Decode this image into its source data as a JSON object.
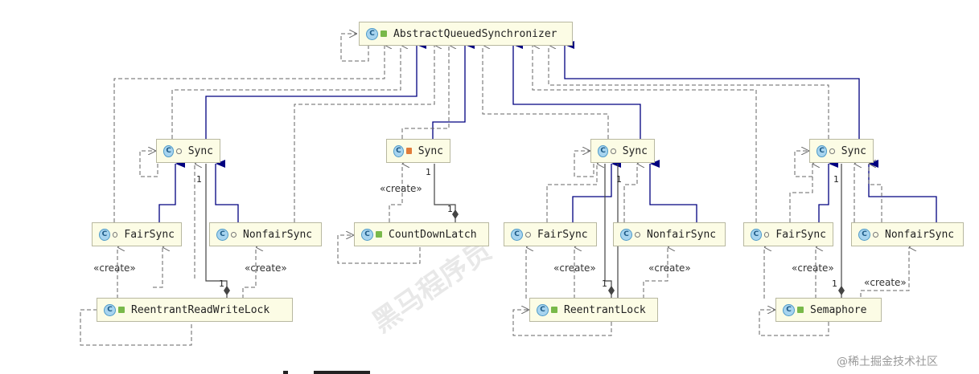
{
  "diagram": {
    "nodes": [
      {
        "id": "aqs",
        "label": "AbstractQueuedSynchronizer",
        "mod": "pub"
      },
      {
        "id": "sync1",
        "label": "Sync",
        "mod": "pkg"
      },
      {
        "id": "sync2",
        "label": "Sync",
        "mod": "priv"
      },
      {
        "id": "sync3",
        "label": "Sync",
        "mod": "pkg"
      },
      {
        "id": "sync4",
        "label": "Sync",
        "mod": "pkg"
      },
      {
        "id": "fair1",
        "label": "FairSync",
        "mod": "pkg"
      },
      {
        "id": "nonfair1",
        "label": "NonfairSync",
        "mod": "pkg"
      },
      {
        "id": "cdl",
        "label": "CountDownLatch",
        "mod": "pub"
      },
      {
        "id": "fair3",
        "label": "FairSync",
        "mod": "pkg"
      },
      {
        "id": "nonfair3",
        "label": "NonfairSync",
        "mod": "pkg"
      },
      {
        "id": "fair4",
        "label": "FairSync",
        "mod": "pkg"
      },
      {
        "id": "nonfair4",
        "label": "NonfairSync",
        "mod": "pkg"
      },
      {
        "id": "rrwl",
        "label": "ReentrantReadWriteLock",
        "mod": "pub"
      },
      {
        "id": "rl",
        "label": "ReentrantLock",
        "mod": "pub"
      },
      {
        "id": "sem",
        "label": "Semaphore",
        "mod": "pub"
      }
    ],
    "labels": {
      "create": "«create»",
      "one": "1",
      "class_icon": "C"
    },
    "watermark": "@稀土掘金技术社区",
    "bg_watermark": "黑马程序员",
    "colors": {
      "extends": "#000080",
      "dashed": "#666666",
      "composition": "#444444",
      "node_bg": "#fcfce5",
      "node_border": "#b8b8a0"
    }
  }
}
